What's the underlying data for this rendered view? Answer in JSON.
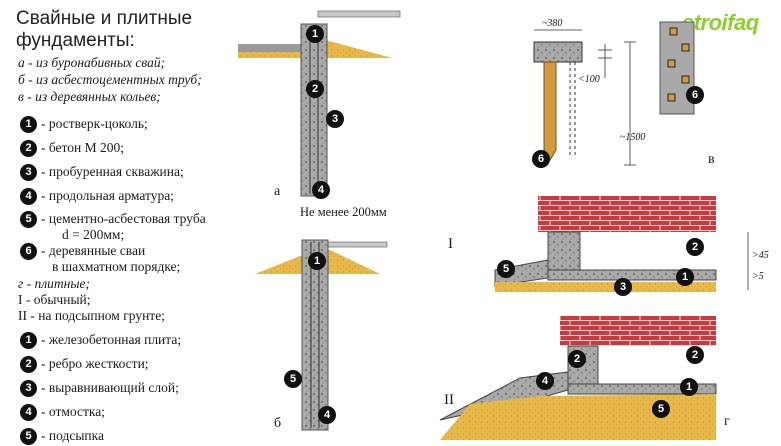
{
  "title_lines": [
    "Свайные и плитные",
    "фундаменты:"
  ],
  "subtitles": [
    "а - из буронабивных свай;",
    "б - из асбестоцементных труб;",
    "в - из деревянных кольев;"
  ],
  "legend_piles": [
    {
      "n": "1",
      "text": "- ростверк-цоколь;"
    },
    {
      "n": "2",
      "text": "- бетон М 200;"
    },
    {
      "n": "3",
      "text": "- пробуренная скважина;"
    },
    {
      "n": "4",
      "text": "- продольная арматура;"
    },
    {
      "n": "5",
      "text": "- цементно-асбестовая труба",
      "text2": "d = 200мм;"
    },
    {
      "n": "6",
      "text": "- деревянные сваи",
      "text2": "в шахматном порядке;"
    }
  ],
  "plate_heading": "г - плитные;",
  "plate_types": [
    "I - обычный;",
    "II - на подсыпном грунте;"
  ],
  "legend_plates": [
    {
      "n": "1",
      "text": "- железобетонная плита;"
    },
    {
      "n": "2",
      "text": "- ребро жесткости;"
    },
    {
      "n": "3",
      "text": "- выравнивающий слой;"
    },
    {
      "n": "4",
      "text": "- отмостка;"
    },
    {
      "n": "5",
      "text": "- подсыпка"
    }
  ],
  "figure_labels": {
    "a": "а",
    "b": "б",
    "v": "в",
    "g": "г",
    "I": "I",
    "II": "II"
  },
  "note_min": "Не менее 200мм",
  "dims": {
    "w380": "~380",
    "lt100": "<100",
    "d1500": "~1500",
    "gt45": ">45",
    "gt5": ">5"
  },
  "logo_text": "stroifaq",
  "colors": {
    "sand": "#e8b94a",
    "concrete": "#b8b8b8",
    "brick": "#c9393d",
    "dark": "#111111"
  }
}
